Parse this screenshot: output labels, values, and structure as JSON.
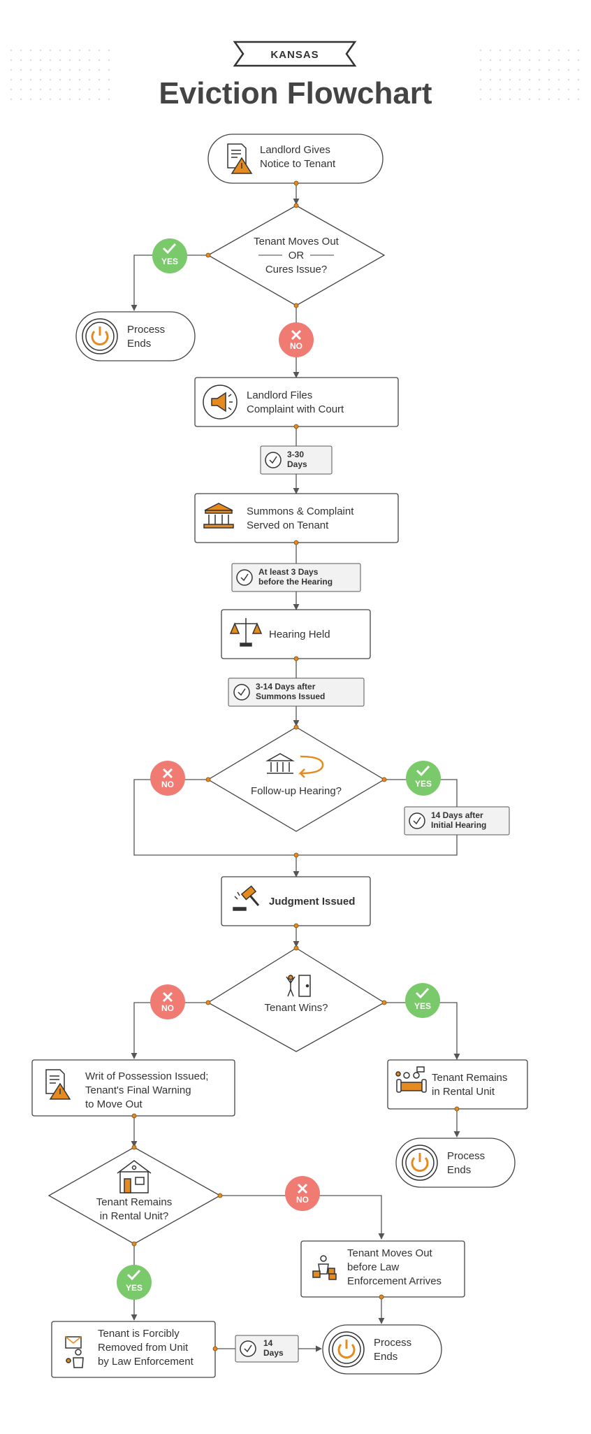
{
  "header": {
    "state": "KANSAS",
    "title": "Eviction Flowchart"
  },
  "nodes": {
    "notice": [
      "Landlord Gives",
      "Notice to Tenant"
    ],
    "moves_out_q": [
      "Tenant Moves Out",
      "OR",
      "Cures Issue?"
    ],
    "process_ends_1": [
      "Process",
      "Ends"
    ],
    "files_complaint": [
      "Landlord Files",
      "Complaint with Court"
    ],
    "summons": [
      "Summons & Complaint",
      "Served on Tenant"
    ],
    "hearing": [
      "Hearing Held"
    ],
    "followup_q": [
      "Follow-up Hearing?"
    ],
    "judgment": [
      "Judgment Issued"
    ],
    "tenant_wins_q": [
      "Tenant Wins?"
    ],
    "writ": [
      "Writ of Possession Issued;",
      "Tenant's Final Warning",
      "to Move Out"
    ],
    "remains_yes": [
      "Tenant Remains",
      "in Rental Unit"
    ],
    "process_ends_2": [
      "Process",
      "Ends"
    ],
    "remains_q": [
      "Tenant Remains",
      "in Rental Unit?"
    ],
    "moves_before": [
      "Tenant Moves Out",
      "before Law",
      "Enforcement Arrives"
    ],
    "forcibly": [
      "Tenant is Forcibly",
      "Removed from Unit",
      "by Law Enforcement"
    ],
    "process_ends_3": [
      "Process",
      "Ends"
    ]
  },
  "timings": {
    "t1": {
      "bold": [
        "3-30",
        "Days"
      ],
      "normal": [
        "",
        ""
      ]
    },
    "t2": {
      "bold": [
        "At least 3 Days",
        ""
      ],
      "normal": [
        "",
        "before the Hearing"
      ]
    },
    "t3": {
      "bold": [
        "3-14 Days",
        ""
      ],
      "normal": [
        " after",
        "Summons Issued"
      ]
    },
    "t4": {
      "bold": [
        "14 Days",
        ""
      ],
      "normal": [
        " after",
        "Initial Hearing"
      ]
    },
    "t5": {
      "bold": [
        "14",
        "Days"
      ],
      "normal": [
        "",
        ""
      ]
    }
  },
  "badges": {
    "yes": "YES",
    "no": "NO"
  },
  "colors": {
    "yes": "#7ac96b",
    "no": "#ef7b73",
    "accent": "#e58a1f",
    "line": "#555555",
    "box_fill": "#f2f2f2"
  },
  "icons": [
    "document-warning-icon",
    "power-icon",
    "megaphone-icon",
    "courthouse-icon",
    "scales-icon",
    "clock-icon",
    "courthouse-return-icon",
    "gavel-icon",
    "person-door-icon",
    "house-icon",
    "family-couch-icon",
    "person-boxes-icon",
    "officer-icon"
  ]
}
